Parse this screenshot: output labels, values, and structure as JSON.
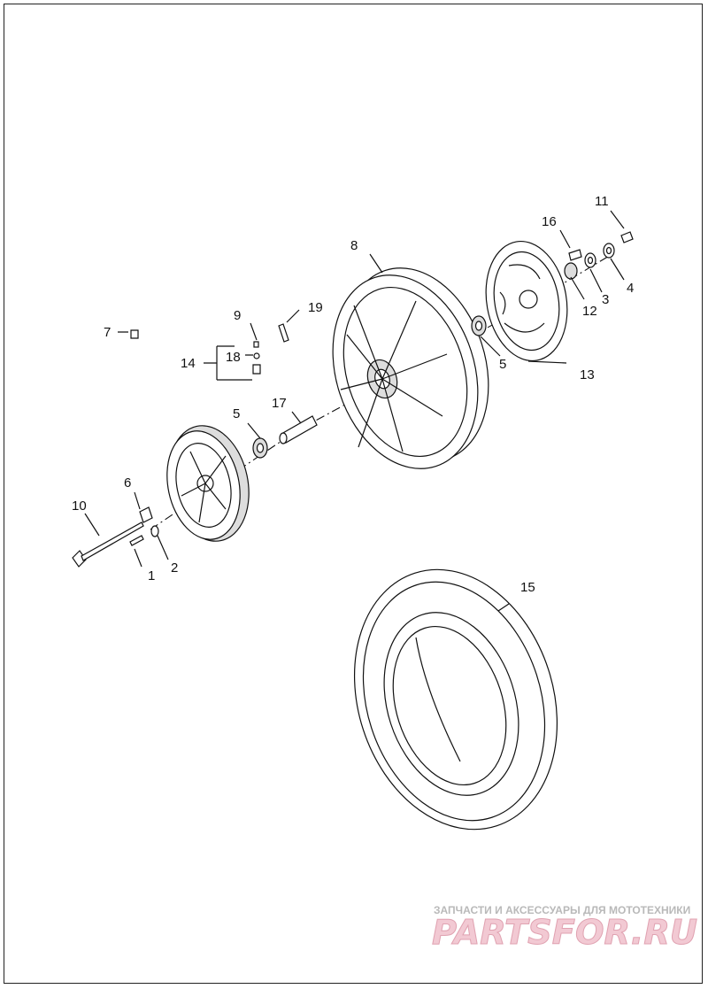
{
  "diagram": {
    "callouts": [
      "1",
      "2",
      "3",
      "4",
      "5",
      "5",
      "6",
      "7",
      "8",
      "9",
      "10",
      "11",
      "12",
      "13",
      "14",
      "15",
      "16",
      "17",
      "18",
      "19"
    ]
  },
  "watermark": {
    "tagline": "ЗАПЧАСТИ И АКСЕССУАРЫ ДЛЯ МОТОТЕХНИКИ",
    "brand": "PARTSFOR.RU"
  },
  "colors": {
    "line": "#111111",
    "watermark_fill": "#f2c9d3",
    "watermark_text": "#b9b9b9"
  }
}
